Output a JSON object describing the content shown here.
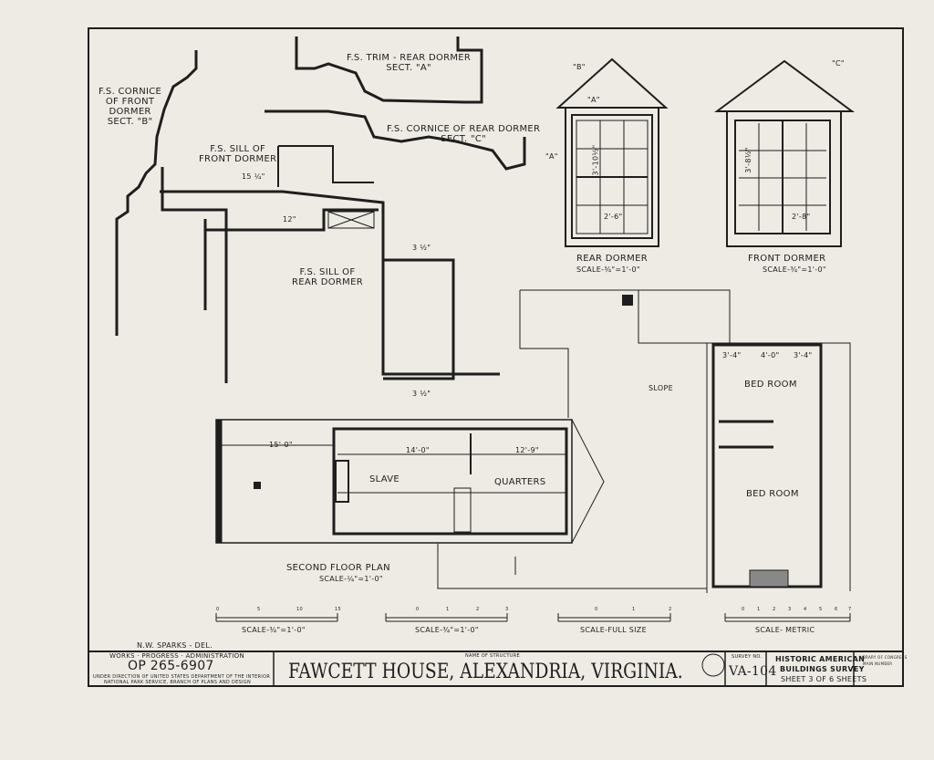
{
  "details": {
    "cornice_front": [
      "F.S. CORNICE",
      "OF FRONT",
      "DORMER",
      "SECT. \"B\""
    ],
    "trim_rear": [
      "F.S. TRIM - REAR DORMER",
      "SECT. \"A\""
    ],
    "cornice_rear": [
      "F.S. CORNICE OF REAR DORMER",
      "SECT. \"C\""
    ],
    "sill_front": [
      "F.S. SILL OF",
      "FRONT DORMER"
    ],
    "sill_rear": [
      "F.S. SILL OF",
      "REAR DORMER"
    ],
    "dims": {
      "d1": "15 ¼\"",
      "d2": "12\"",
      "d3": "3 ½\"",
      "d4": "3 ½\""
    }
  },
  "elevations": {
    "rear": {
      "title": "REAR DORMER",
      "scale": "SCALE-¾\"=1'-0\"",
      "mark_b": "\"B\"",
      "mark_a": "\"A\"",
      "mark_a2": "\"A\"",
      "width": "2'-6\"",
      "height": "3'-10½\""
    },
    "front": {
      "title": "FRONT DORMER",
      "scale": "SCALE-¾\"=1'-0\"",
      "mark_c": "\"C\"",
      "width": "2'-8\"",
      "height": "3'-8½\""
    }
  },
  "plan": {
    "title": "SECOND FLOOR PLAN",
    "scale": "SCALE-¼\"=1'-0\"",
    "rooms": [
      "SLAVE",
      "QUARTERS",
      "BED ROOM",
      "BED ROOM"
    ],
    "slope": "SLOPE",
    "dims": [
      "15'-0\"",
      "14'-0\"",
      "12'-9\"",
      "4'-0\"",
      "3'-4\"",
      "3'-4\""
    ]
  },
  "scales": [
    {
      "label": "SCALE-¾\"=1'-0\"",
      "ticks": [
        "0",
        "5",
        "10",
        "15"
      ]
    },
    {
      "label": "SCALE-¾\"=1'-0\"",
      "ticks": [
        "0",
        "1",
        "2",
        "3"
      ]
    },
    {
      "label": "SCALE-FULL SIZE",
      "ticks": [
        "0",
        "1",
        "2"
      ]
    },
    {
      "label": "SCALE- METRIC",
      "ticks": [
        "0",
        "1",
        "2",
        "3",
        "4",
        "5",
        "6",
        "7"
      ]
    }
  ],
  "title_block": {
    "delineator": "N.W. SPARKS - DEL.",
    "agency": "WORKS · PROGRESS · ADMINISTRATION",
    "project_no": "OP 265-6907",
    "direction": [
      "UNDER DIRECTION OF UNITED STATES DEPARTMENT OF THE INTERIOR",
      "NATIONAL PARK SERVICE, BRANCH OF PLANS AND DESIGN"
    ],
    "name_label": "NAME OF STRUCTURE",
    "name": "FAWCETT HOUSE,  ALEXANDRIA, VIRGINIA.",
    "survey_label": "SURVEY NO.",
    "survey_no": "VA-104",
    "habs": [
      "HISTORIC AMERICAN",
      "BUILDINGS SURVEY"
    ],
    "sheet": "SHEET 3 OF 6 SHEETS",
    "library": [
      "LIBRARY OF CONGRESS",
      "MAIN NUMBER"
    ]
  }
}
